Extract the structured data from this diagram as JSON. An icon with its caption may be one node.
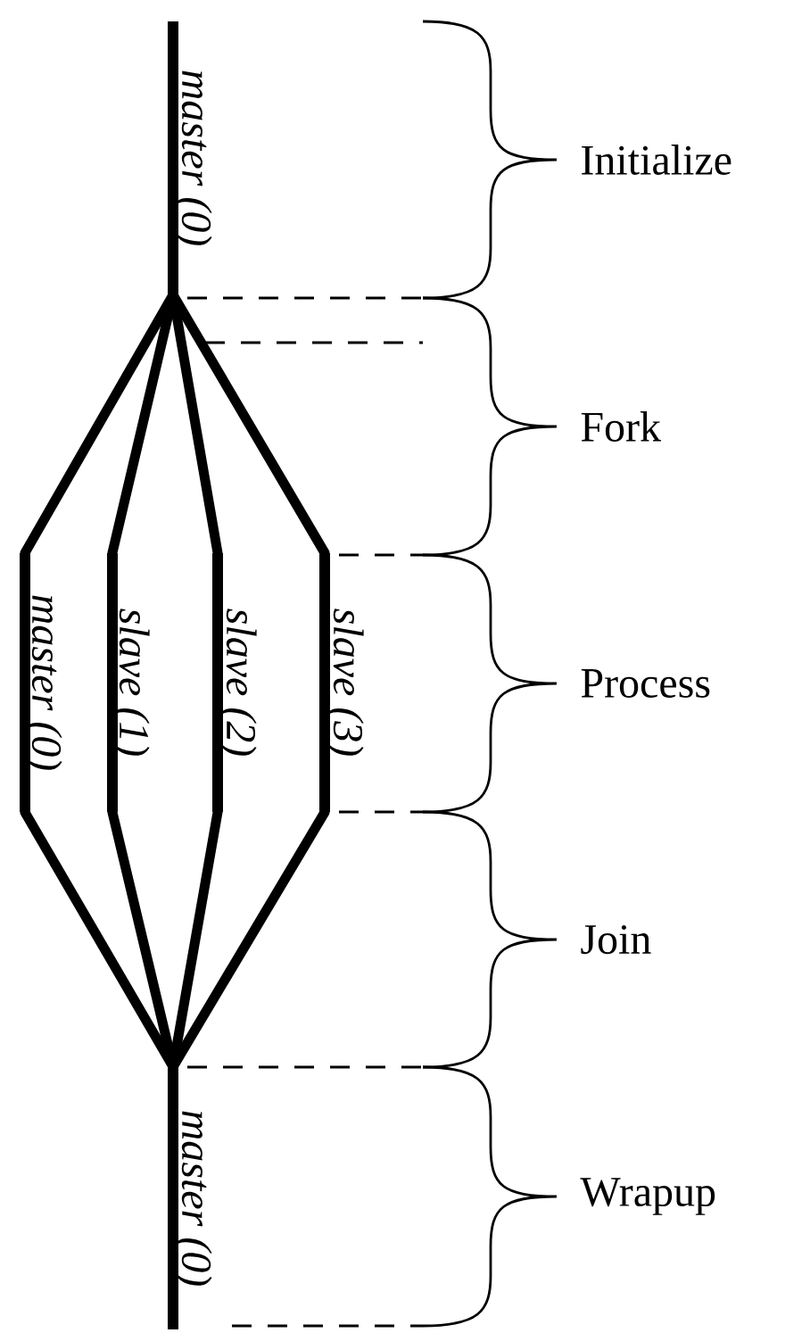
{
  "diagram": {
    "nodes": [
      {
        "text": [],
        "shape": "bar",
        "beside": [
          "master (0)"
        ]
      },
      {
        "text": [],
        "shape": "bar",
        "beside": [
          "master (0)"
        ]
      },
      {
        "text": [],
        "shape": "bar",
        "beside": [
          "slave (1)"
        ]
      },
      {
        "text": [],
        "shape": "bar",
        "beside": [
          "slave (2)"
        ]
      },
      {
        "text": [],
        "shape": "bar",
        "beside": [
          "slave (3)"
        ]
      },
      {
        "text": [],
        "shape": "bar",
        "beside": [
          "master (0)"
        ]
      }
    ],
    "edges": [
      {
        "from": 0,
        "to": 1,
        "arrow": "none"
      },
      {
        "from": 0,
        "to": 2,
        "arrow": "none"
      },
      {
        "from": 0,
        "to": 3,
        "arrow": "none"
      },
      {
        "from": 0,
        "to": 4,
        "arrow": "none"
      },
      {
        "from": 1,
        "to": 5,
        "arrow": "none"
      },
      {
        "from": 2,
        "to": 5,
        "arrow": "none"
      },
      {
        "from": 3,
        "to": 5,
        "arrow": "none"
      },
      {
        "from": 4,
        "to": 5,
        "arrow": "none"
      }
    ],
    "labels": [
      "Initialize",
      "Fork",
      "Process",
      "Join",
      "Wrapup"
    ]
  }
}
